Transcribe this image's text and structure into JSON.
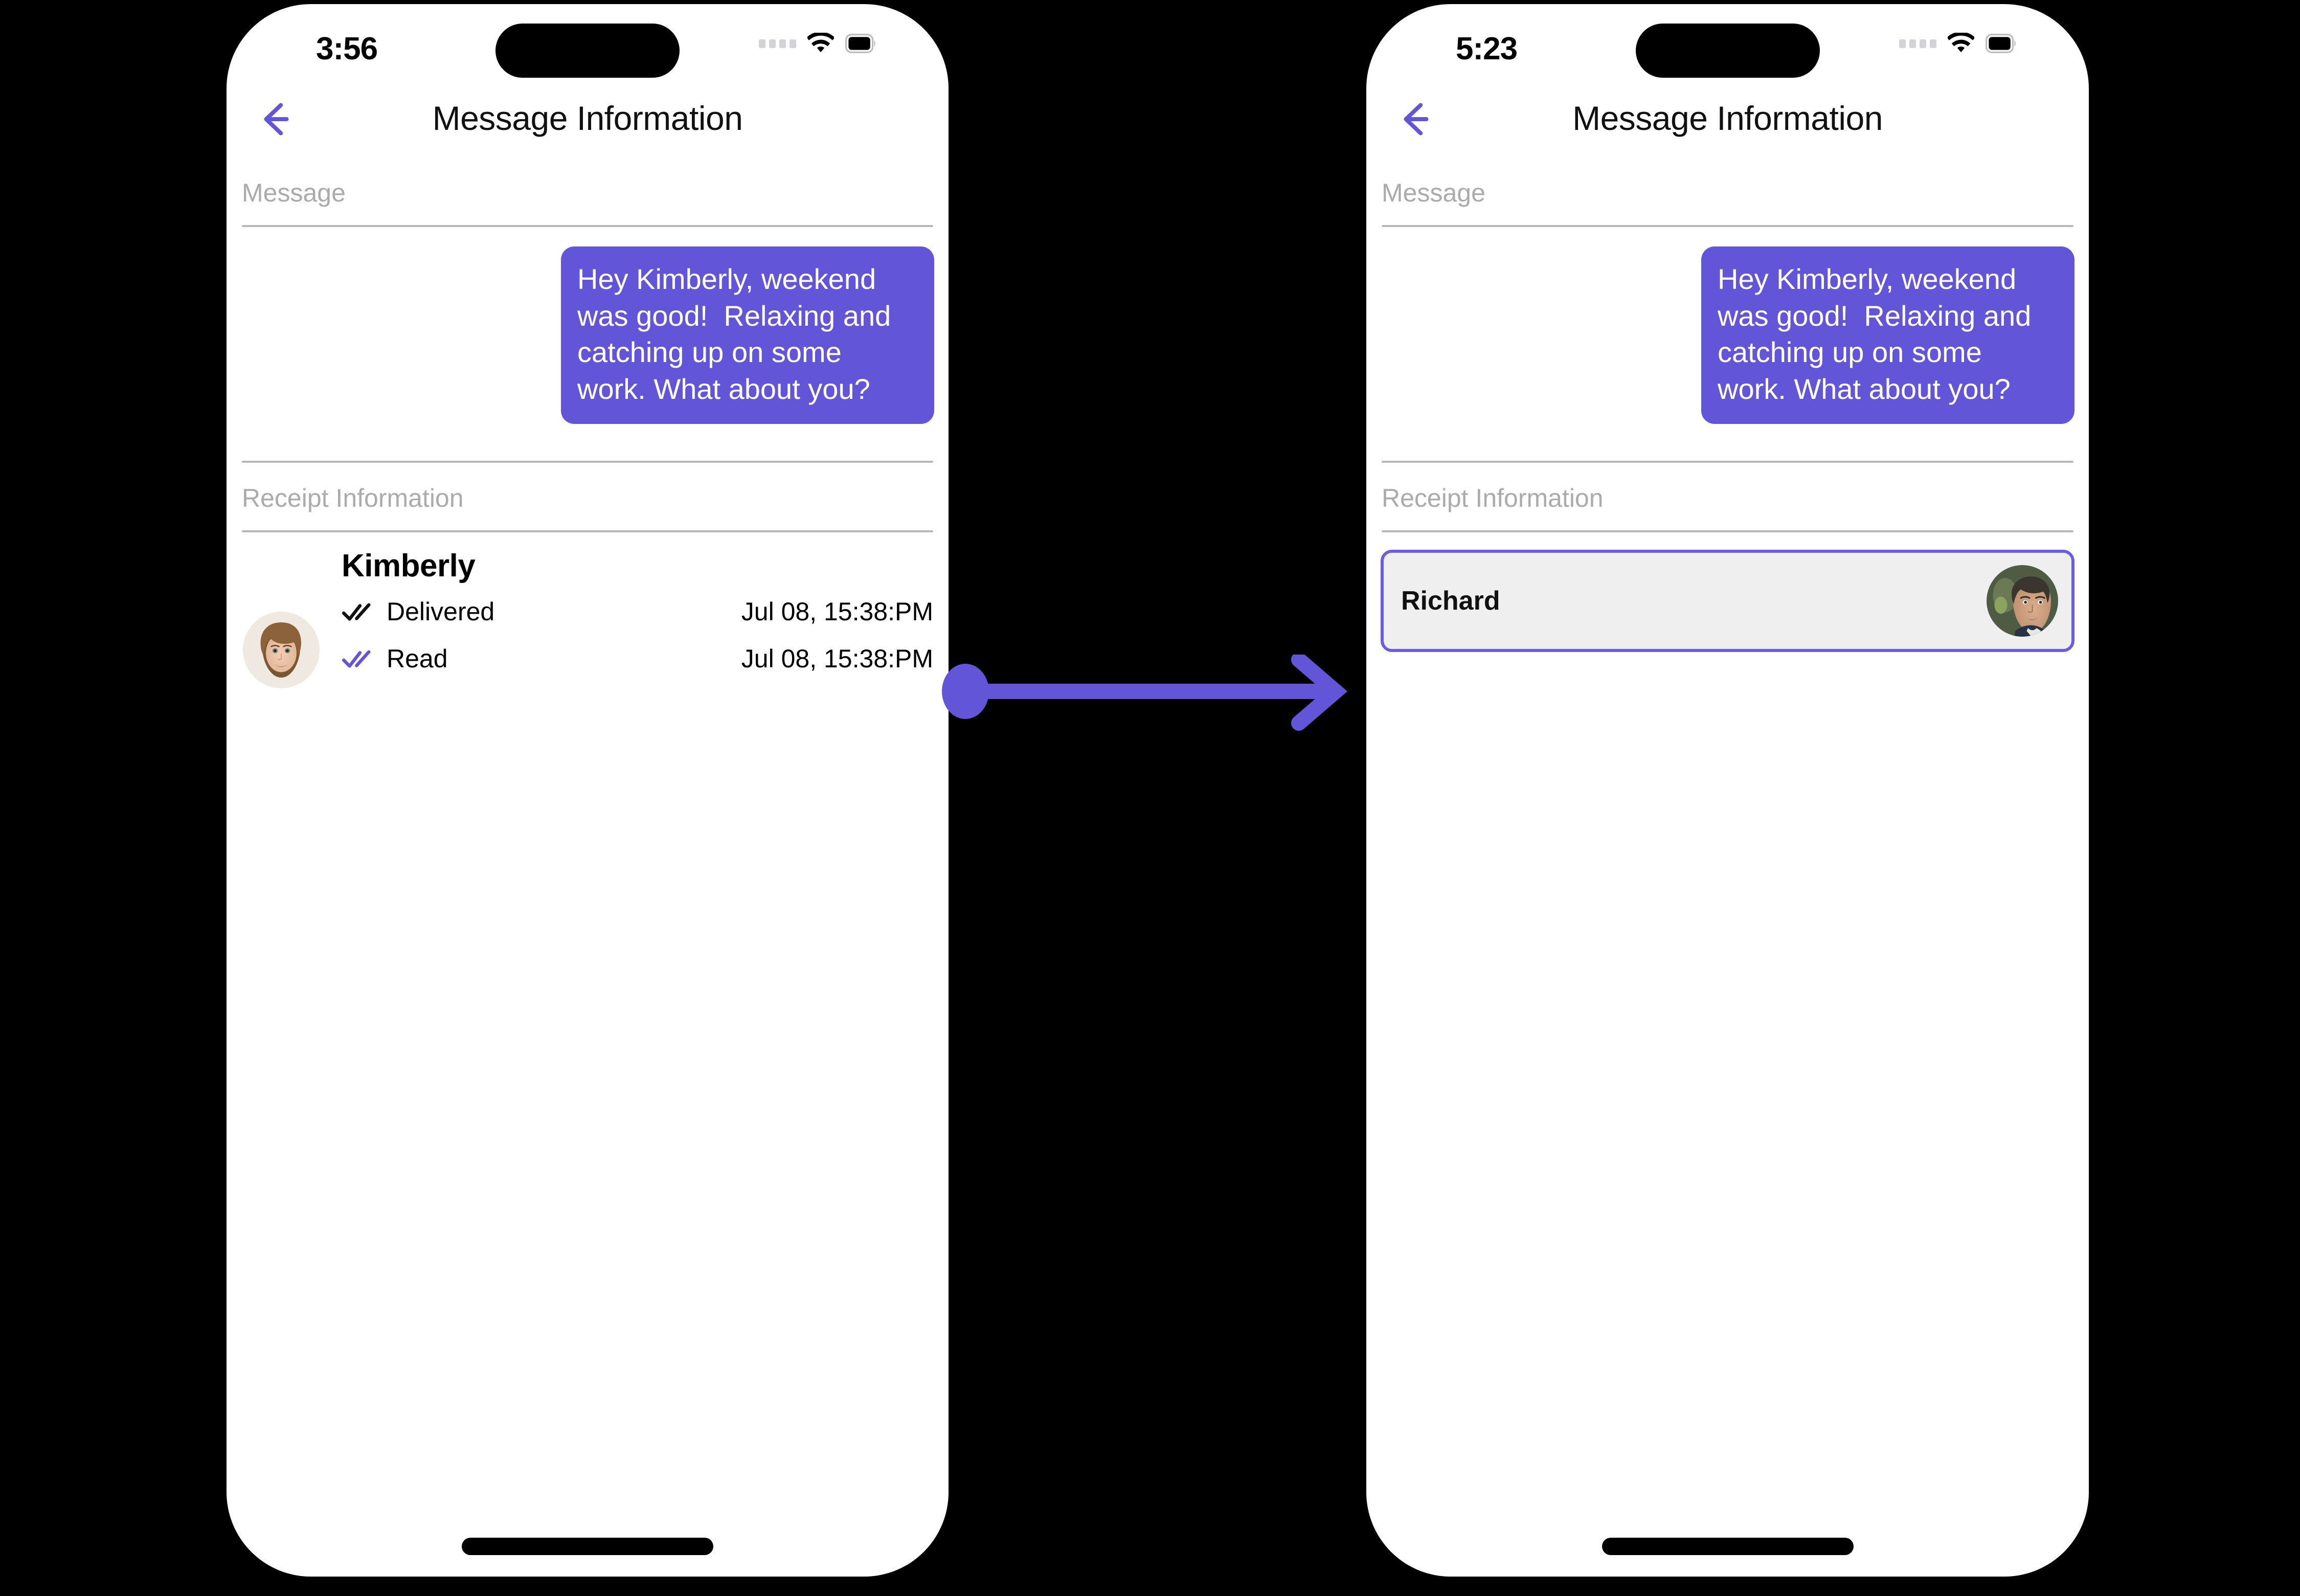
{
  "theme": {
    "accent": "#6355D8",
    "accent_border": "#6C5CE0",
    "card_bg": "#EFEFEF",
    "label_gray": "#ABABAB",
    "divider_gray": "#B8B8B8",
    "screen_bg": "#FFFFFF",
    "canvas_bg": "#000000"
  },
  "screens": [
    {
      "id": "before",
      "status_bar": {
        "time": "3:56",
        "signal_icon": "signal-dots-icon",
        "wifi_icon": "wifi-icon",
        "battery_icon": "battery-icon"
      },
      "nav": {
        "back_icon": "back-arrow-icon",
        "title": "Message Information"
      },
      "sections": {
        "message_label": "Message",
        "receipt_label": "Receipt Information"
      },
      "message": {
        "text": "Hey Kimberly, weekend was good!  Relaxing and catching up on some work. What about you?",
        "align": "right"
      },
      "receipt": {
        "name": "Kimberly",
        "avatar_icon": "avatar-kimberly",
        "rows": [
          {
            "icon": "double-check-icon",
            "icon_color": "#111111",
            "status": "Delivered",
            "time": "Jul 08, 15:38:PM"
          },
          {
            "icon": "double-check-icon",
            "icon_color": "#6355D8",
            "status": "Read",
            "time": "Jul 08, 15:38:PM"
          }
        ]
      },
      "home_indicator": "home-indicator"
    },
    {
      "id": "after",
      "status_bar": {
        "time": "5:23",
        "signal_icon": "signal-dots-icon",
        "wifi_icon": "wifi-icon",
        "battery_icon": "battery-icon"
      },
      "nav": {
        "back_icon": "back-arrow-icon",
        "title": "Message Information"
      },
      "sections": {
        "message_label": "Message",
        "receipt_label": "Receipt Information"
      },
      "message": {
        "text": "Hey Kimberly, weekend was good!  Relaxing and catching up on some work. What about you?",
        "align": "right"
      },
      "selected_contact": {
        "name": "Richard",
        "avatar_icon": "avatar-richard"
      },
      "home_indicator": "home-indicator"
    }
  ],
  "connector": {
    "icon": "arrow-right-icon",
    "color": "#6355D8",
    "from": "before",
    "to": "after"
  }
}
